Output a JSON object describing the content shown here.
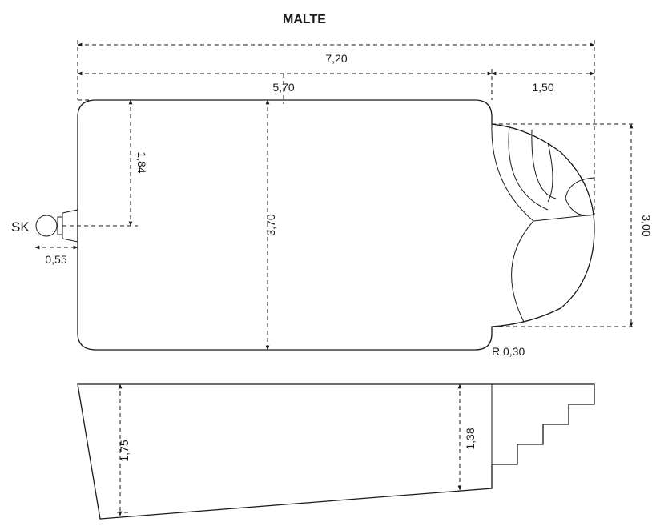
{
  "title": "MALTE",
  "plan": {
    "total_length": "7,20",
    "body_length": "5,70",
    "stair_length": "1,50",
    "width": "3,70",
    "skimmer_offset": "1,84",
    "stair_width": "3,00",
    "skimmer_distance": "0,55",
    "corner_radius": "R 0,30",
    "skimmer_label": "SK"
  },
  "section": {
    "deep_end": "1,75",
    "shallow_end": "1,38"
  }
}
